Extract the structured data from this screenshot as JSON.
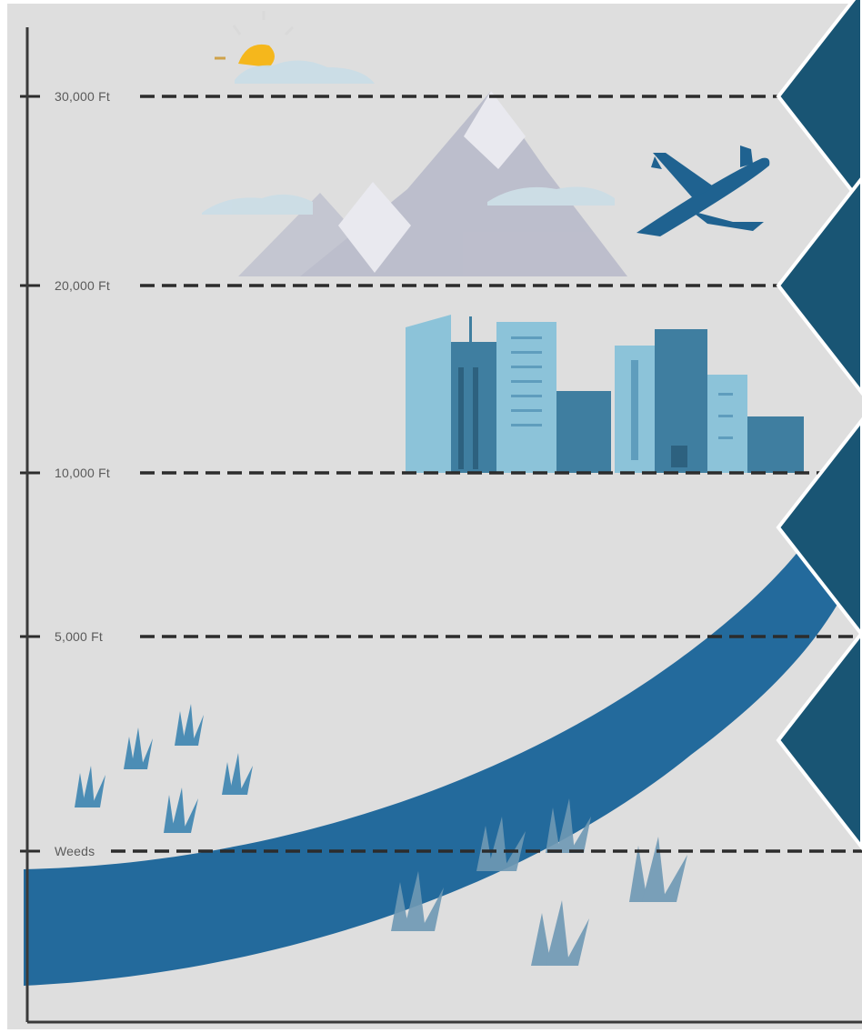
{
  "levels": [
    {
      "key": "l30k",
      "label": "30,000 Ft"
    },
    {
      "key": "l20k",
      "label": "20,000 Ft"
    },
    {
      "key": "l10k",
      "label": "10,000 Ft"
    },
    {
      "key": "l5k",
      "label": "5,000 Ft"
    },
    {
      "key": "weeds",
      "label": "Weeds"
    }
  ],
  "colors": {
    "background": "#dedede",
    "frame": "#ffffff",
    "axis": "#3a3a3a",
    "dash": "#2c2c2c",
    "curve": "#236a9c",
    "chevron": "#195574",
    "chevron_outline": "#ffffff",
    "plane": "#1f6290",
    "building_light": "#8cc3d9",
    "building_dark": "#3f7ea0",
    "building_mid": "#5f9dbd",
    "grass": "#4c8db5",
    "mountain": "#b9bccb",
    "cloud": "#c7dde8",
    "sun": "#f5b71c"
  },
  "icons": [
    "sun-icon",
    "mountain-icon",
    "airplane-icon",
    "city-buildings-icon",
    "grass-icon"
  ]
}
